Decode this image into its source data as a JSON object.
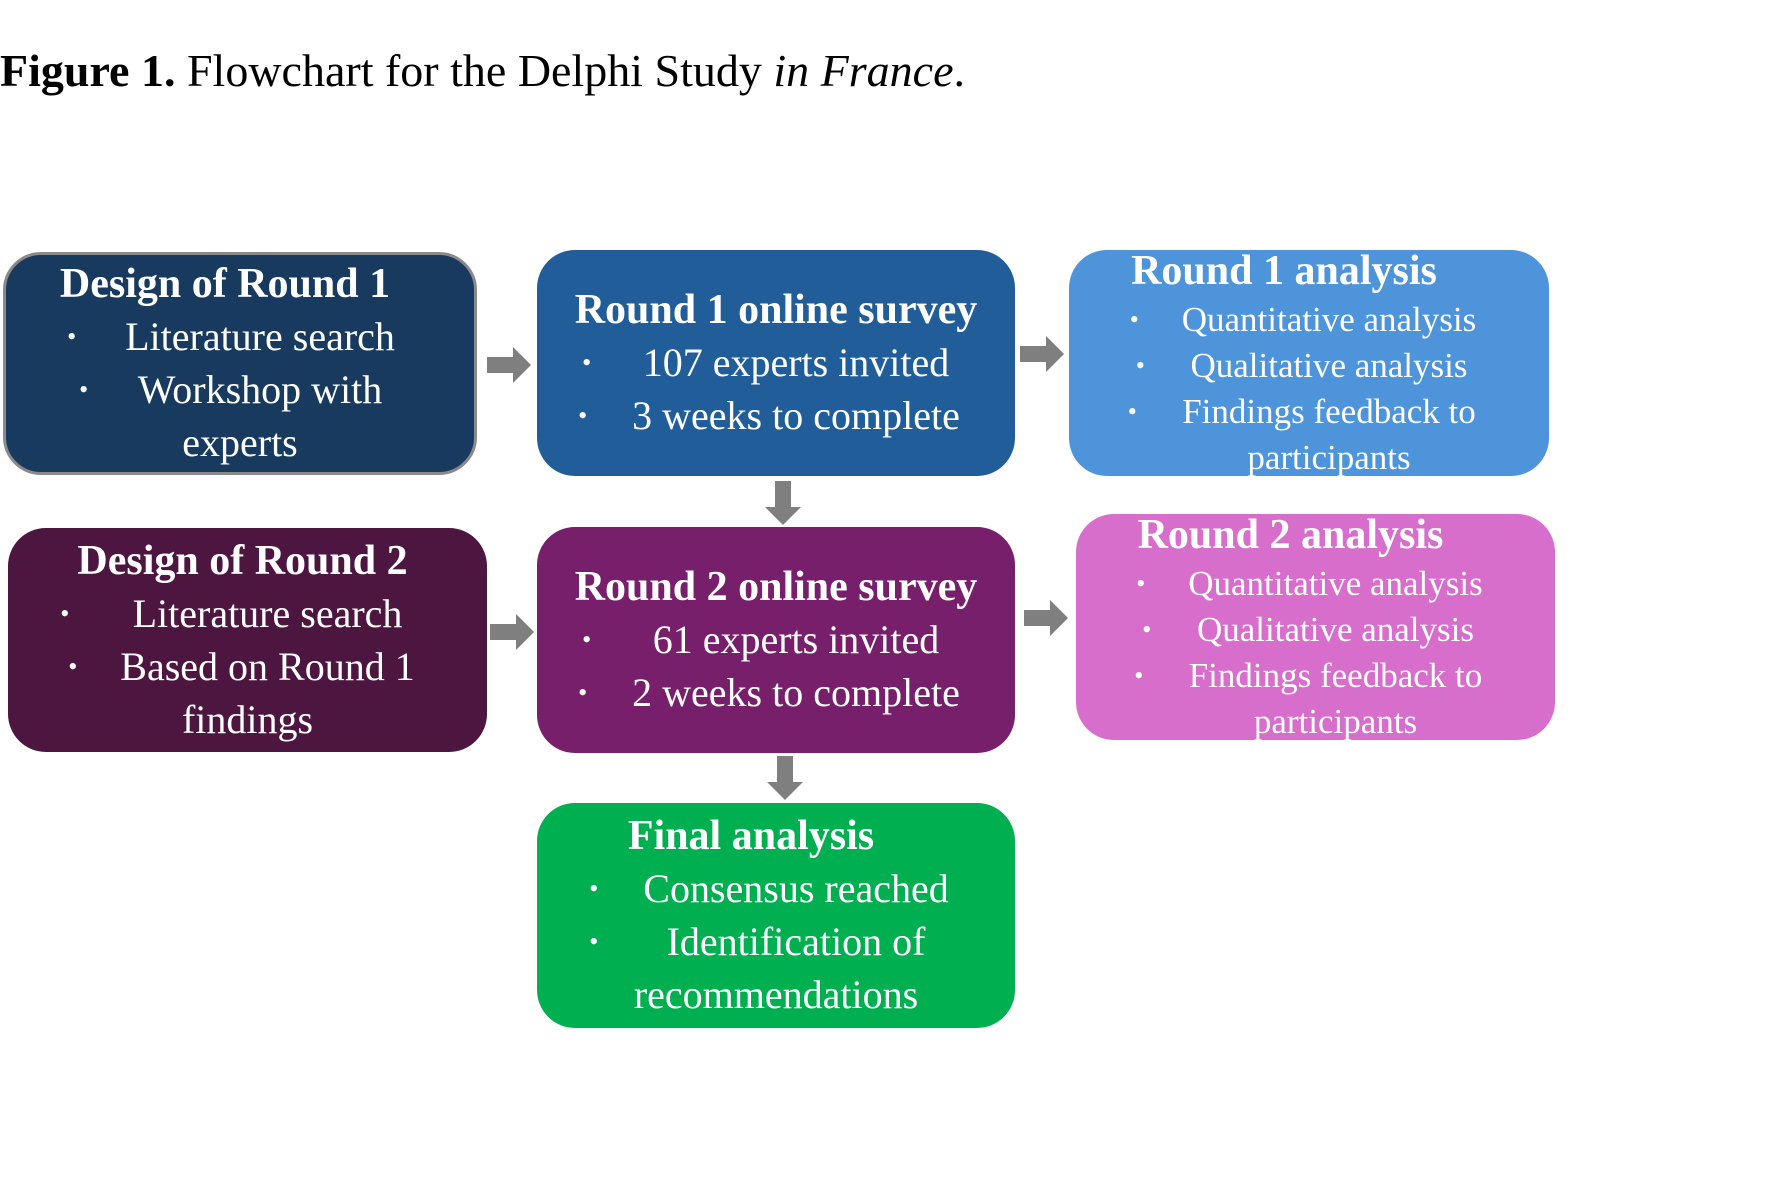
{
  "caption": {
    "label": "Figure 1.",
    "text": " Flowchart for the Delphi Study ",
    "italic": "in France",
    "end": "."
  },
  "colors": {
    "design1": "#173a5e",
    "round1_survey": "#215e99",
    "round1_analysis": "#4e94da",
    "design2": "#4c1641",
    "round2_survey": "#771f6b",
    "round2_analysis": "#d86ecc",
    "final": "#00b050",
    "arrow": "#7f7f7f"
  },
  "boxes": {
    "design1": {
      "title": "Design of Round 1",
      "items": [
        "Literature search",
        "Workshop with",
        "experts"
      ]
    },
    "round1_survey": {
      "title": "Round 1 online survey",
      "items": [
        "107 experts invited",
        "3 weeks to complete"
      ]
    },
    "round1_analysis": {
      "title": "Round 1 analysis",
      "items": [
        "Quantitative analysis",
        "Qualitative analysis",
        "Findings feedback to",
        "participants"
      ]
    },
    "design2": {
      "title": "Design of Round 2",
      "items": [
        "Literature search",
        "Based on Round 1",
        "findings"
      ]
    },
    "round2_survey": {
      "title": "Round 2 online survey",
      "items": [
        "61 experts invited",
        "2 weeks to complete"
      ]
    },
    "round2_analysis": {
      "title": "Round 2 analysis",
      "items": [
        "Quantitative analysis",
        "Qualitative analysis",
        "Findings feedback to",
        "participants"
      ]
    },
    "final": {
      "title": "Final analysis",
      "items": [
        "Consensus reached",
        "Identification of",
        "recommendations"
      ]
    }
  },
  "bullet": "•"
}
